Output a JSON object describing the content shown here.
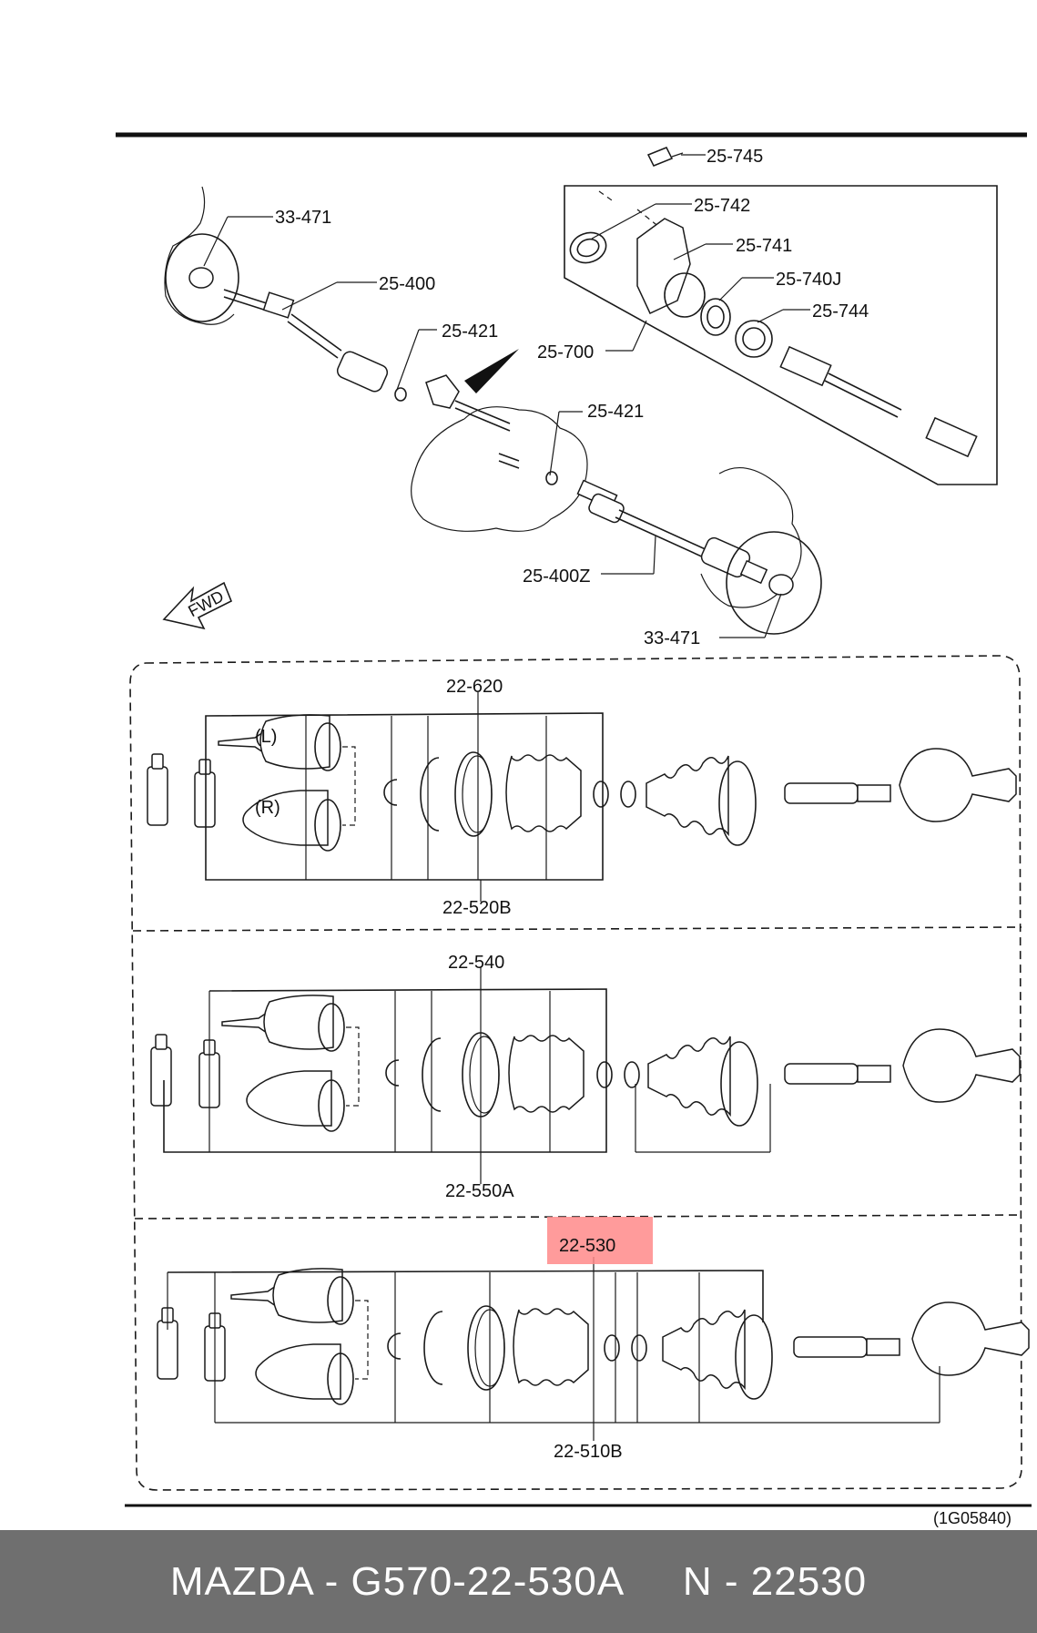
{
  "callouts": {
    "c33471a": "33-471",
    "c25400": "25-400",
    "c25421a": "25-421",
    "c25421b": "25-421",
    "c25700": "25-700",
    "c25745": "25-745",
    "c25742": "25-742",
    "c25741": "25-741",
    "c25740j": "25-740J",
    "c25744": "25-744",
    "c25400z": "25-400Z",
    "c33471b": "33-471",
    "c22620": "22-620",
    "c22520b": "22-520B",
    "c22540": "22-540",
    "c22550a": "22-550A",
    "c22530": "22-530",
    "c22510b": "22-510B"
  },
  "side_labels": {
    "left": "(L)",
    "right": "(R)"
  },
  "fwd_label": "FWD",
  "diagram_code": "(1G05840)",
  "highlight_color": "#ff8a8a",
  "footer": {
    "text": "MAZDA - G570-22-530A     N - 22530"
  }
}
